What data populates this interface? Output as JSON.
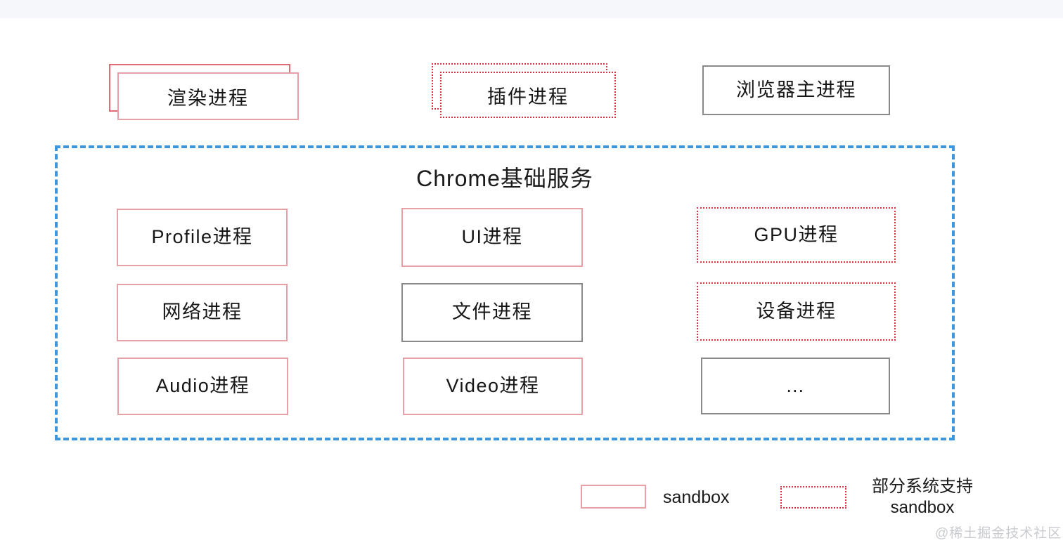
{
  "diagram": {
    "title": "Chrome基础服务",
    "top_processes": [
      {
        "label": "渲染进程",
        "style": "double-solid-red"
      },
      {
        "label": "插件进程",
        "style": "double-dotted-red"
      },
      {
        "label": "浏览器主进程",
        "style": "solid-gray"
      }
    ],
    "service_processes": [
      {
        "label": "Profile进程",
        "style": "solid-red",
        "col": 1,
        "row": 1
      },
      {
        "label": "UI进程",
        "style": "solid-red",
        "col": 2,
        "row": 1
      },
      {
        "label": "GPU进程",
        "style": "dotted-red",
        "col": 3,
        "row": 1
      },
      {
        "label": "网络进程",
        "style": "solid-red",
        "col": 1,
        "row": 2
      },
      {
        "label": "文件进程",
        "style": "solid-gray",
        "col": 2,
        "row": 2
      },
      {
        "label": "设备进程",
        "style": "dotted-red",
        "col": 3,
        "row": 2
      },
      {
        "label": "Audio进程",
        "style": "solid-red",
        "col": 1,
        "row": 3
      },
      {
        "label": "Video进程",
        "style": "solid-red",
        "col": 2,
        "row": 3
      },
      {
        "label": "…",
        "style": "solid-gray",
        "col": 3,
        "row": 3
      }
    ],
    "legend": [
      {
        "swatch": "solid-red",
        "label": "sandbox"
      },
      {
        "swatch": "dotted-red",
        "label_line1": "部分系统支持",
        "label_line2": "sandbox"
      }
    ],
    "watermark": "@稀土掘金技术社区",
    "colors": {
      "container_border": "#3f96dd",
      "sandbox_border": "#e8a0a7",
      "partial_sandbox_border": "#d8323f",
      "neutral_border": "#8a8a8a",
      "top_band": "#f6f7fb",
      "watermark": "#c9cbd0"
    }
  }
}
